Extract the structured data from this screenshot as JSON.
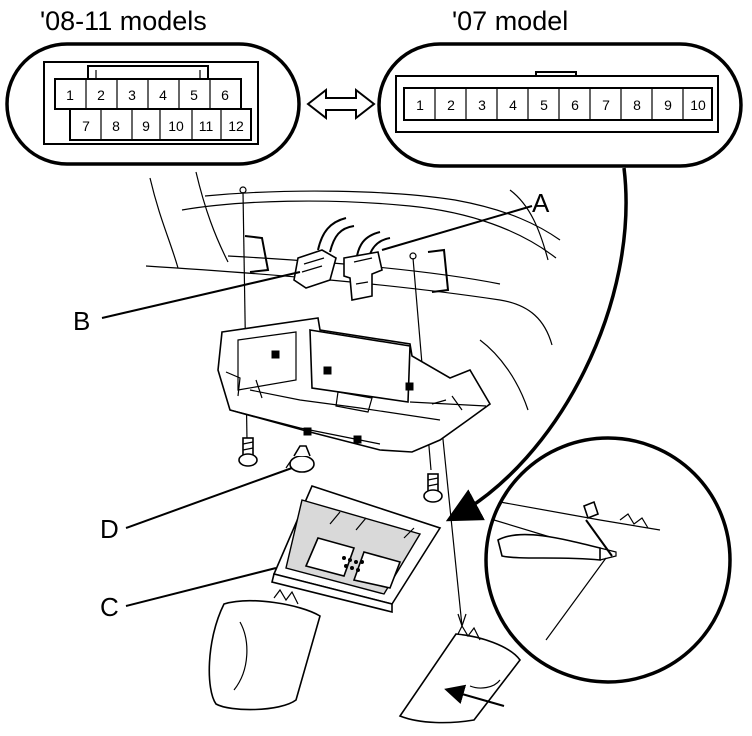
{
  "labels": {
    "left_title": "'08-11 models",
    "right_title": "'07 model",
    "callout_a": "A",
    "callout_b": "B",
    "callout_c": "C",
    "callout_d": "D"
  },
  "connector_12pin": {
    "top_row": [
      "1",
      "2",
      "3",
      "4",
      "5",
      "6"
    ],
    "bottom_row": [
      "7",
      "8",
      "9",
      "10",
      "11",
      "12"
    ]
  },
  "connector_10pin": {
    "pins": [
      "1",
      "2",
      "3",
      "4",
      "5",
      "6",
      "7",
      "8",
      "9",
      "10"
    ]
  }
}
